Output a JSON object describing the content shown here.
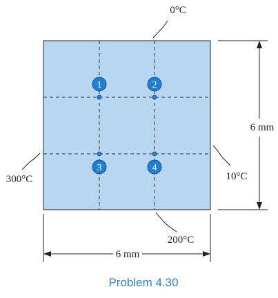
{
  "diagram": {
    "boundary_temps": {
      "top": "0°C",
      "left": "300°C",
      "right": "10°C",
      "bottom": "200°C"
    },
    "dimensions": {
      "height": "6 mm",
      "width": "6 mm"
    },
    "nodes": [
      {
        "label": "1"
      },
      {
        "label": "2"
      },
      {
        "label": "3"
      },
      {
        "label": "4"
      }
    ],
    "caption": "Problem 4.30"
  },
  "colors": {
    "plate_fill": "#b8d6ef",
    "node_fill": "#1f80d6",
    "caption": "#2a82d6",
    "line": "#222222"
  }
}
